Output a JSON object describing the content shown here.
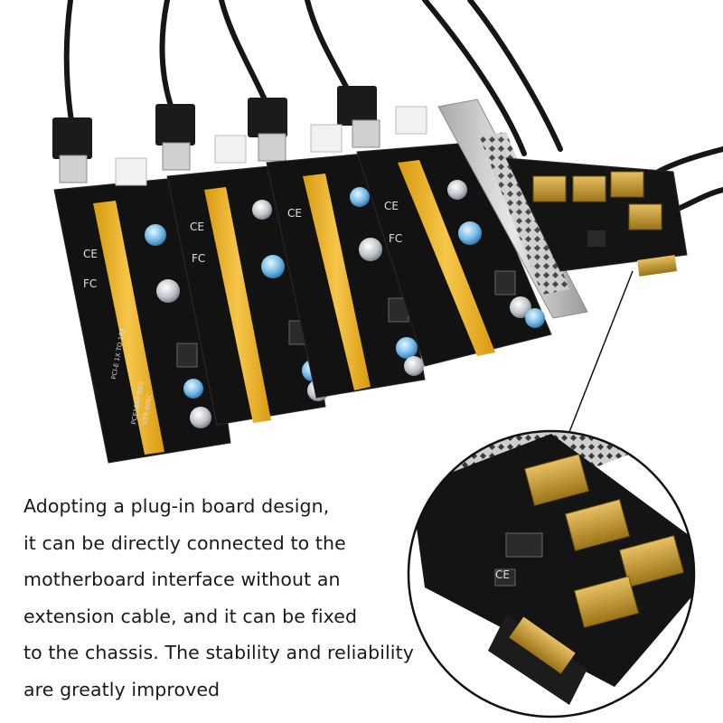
{
  "caption": {
    "lines": [
      "Adopting a plug-in board design,",
      " it can be directly connected to the",
      "motherboard interface without an",
      " extension cable, and it can be fixed",
      " to the chassis. The stability and reliability",
      " are greatly improved"
    ]
  },
  "board_labels": {
    "model_1": "PCE164P-N03",
    "model_2": "PCI-E 1X TO 16X",
    "ver": "VER 006C"
  },
  "colors": {
    "pcb": "#121212",
    "slot": "#f2b418",
    "gold": "#c9a030",
    "cable": "#151515",
    "bracket": "#c8c8c8"
  }
}
